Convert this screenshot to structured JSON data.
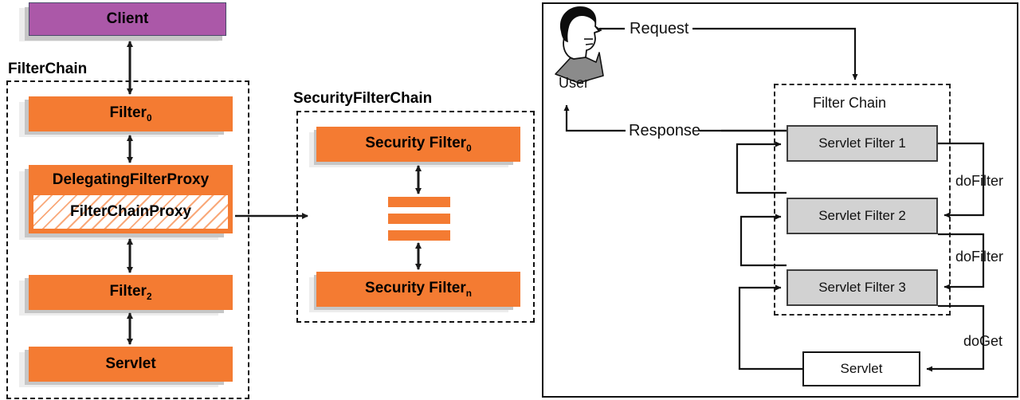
{
  "diagram": {
    "title": "Spring Security filter chain and Servlet filter chain",
    "colors": {
      "orange": "#F47B32",
      "client_purple": "#AB58A8",
      "grey_box": "#D2D2D2",
      "line": "#111111"
    }
  },
  "left_panel": {
    "client_label": "Client",
    "group_label": "FilterChain",
    "nodes": [
      {
        "label": "Filter",
        "subscript": "0"
      },
      {
        "label": "DelegatingFilterProxy",
        "subscript": ""
      },
      {
        "label": "FilterChainProxy",
        "subscript": ""
      },
      {
        "label": "Filter",
        "subscript": "2"
      },
      {
        "label": "Servlet",
        "subscript": ""
      }
    ]
  },
  "middle_panel": {
    "group_label": "SecurityFilterChain",
    "nodes": [
      {
        "label": "Security Filter",
        "subscript": "0"
      },
      {
        "label": "Security Filter",
        "subscript": "n"
      }
    ],
    "ellipsis_bars": 3
  },
  "right_panel": {
    "actor_label": "User",
    "actor_icon": "user-head-profile-icon",
    "flow_labels": {
      "request": "Request",
      "response": "Response"
    },
    "group_label": "Filter Chain",
    "filters": [
      {
        "label": "Servlet Filter 1"
      },
      {
        "label": "Servlet Filter 2"
      },
      {
        "label": "Servlet Filter 3"
      }
    ],
    "servlet_label": "Servlet",
    "call_labels": [
      {
        "label": "doFilter"
      },
      {
        "label": "doFilter"
      },
      {
        "label": "doGet"
      }
    ]
  }
}
